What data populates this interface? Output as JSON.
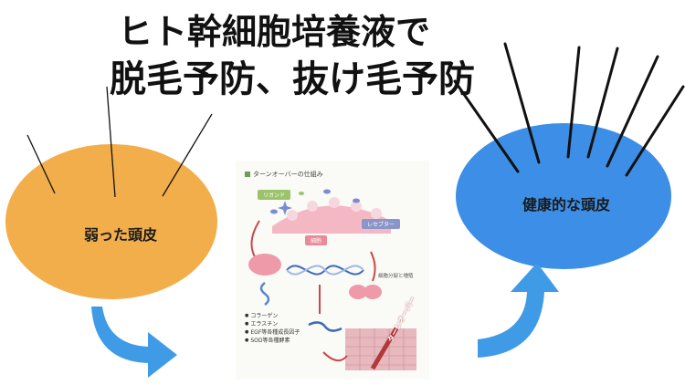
{
  "heading": {
    "line1": "ヒト幹細胞培養液で",
    "line2": "脱毛予防、抜け毛予防"
  },
  "left_oval": {
    "label": "弱った頭皮",
    "color": "#f1ae4a"
  },
  "right_oval": {
    "label": "健康的な頭皮",
    "color": "#3d8ee6"
  },
  "arrow_color": "#3f9be6",
  "figure": {
    "title": "ターンオーバーの仕組み",
    "ligand_label": "リガンド",
    "receptor_label": "レセプター",
    "cell_label": "細胞",
    "division_label": "細胞分裂と増殖",
    "factors": [
      "コラーゲン",
      "エラスチン",
      "EGF等各種成長因子",
      "SOD等各種酵素"
    ],
    "turnover_label": "ターンオーバー"
  }
}
